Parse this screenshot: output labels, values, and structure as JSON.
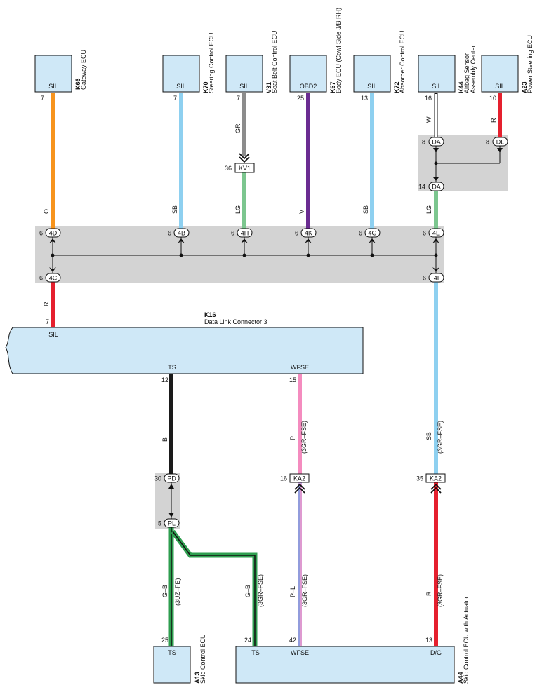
{
  "ecus": {
    "k66": {
      "code": "K66",
      "name": "Gateway ECU",
      "term": "SIL",
      "pin": "7"
    },
    "k70": {
      "code": "K70",
      "name": "Steering Control ECU",
      "term": "SIL",
      "pin": "7"
    },
    "v31": {
      "code": "V31",
      "name": "Seat Belt Control ECU",
      "term": "SIL",
      "pin": "7"
    },
    "k67": {
      "code": "K67",
      "name": "Body ECU (Cowl Side J/B RH)",
      "term": "OBD2",
      "pin": "25"
    },
    "k72": {
      "code": "K72",
      "name": "Absorber Control ECU",
      "term": "SIL",
      "pin": "13"
    },
    "k44": {
      "code": "K44",
      "name1": "Airbag Sensor",
      "name2": "Assembly Center",
      "term": "SIL",
      "pin": "16"
    },
    "a23": {
      "code": "A23",
      "name": "Power Steering ECU",
      "term": "SIL",
      "pin": "10"
    }
  },
  "wires": {
    "o": "O",
    "sb1": "SB",
    "gr": "GR",
    "lg1": "LG",
    "v": "V",
    "sb2": "SB",
    "w": "W",
    "r1": "R",
    "lg2": "LG",
    "r2": "R",
    "b": "B",
    "p": "P",
    "p_note": "(3GR–FSE)",
    "sb3": "SB",
    "sb3_note": "(3GR–FSE)",
    "gb1": "G–B",
    "gb1_note": "(3UZ–FE)",
    "gb2": "G–B",
    "gb2_note": "(3GR–FSE)",
    "pl": "P–L",
    "pl_note": "(3GR–FSE)",
    "r3": "R",
    "r3_note": "(3GR–FSE)"
  },
  "connectors": {
    "kv1": {
      "id": "KV1",
      "pin": "36"
    },
    "da_top": {
      "id": "DA",
      "pin": "8"
    },
    "dl": {
      "id": "DL",
      "pin": "8"
    },
    "da_bot": {
      "id": "DA",
      "pin": "14"
    },
    "j4d": {
      "id": "4D",
      "pin": "6"
    },
    "j4b": {
      "id": "4B",
      "pin": "6"
    },
    "j4h": {
      "id": "4H",
      "pin": "6"
    },
    "j4k": {
      "id": "4K",
      "pin": "6"
    },
    "j4g": {
      "id": "4G",
      "pin": "6"
    },
    "j4e": {
      "id": "4E",
      "pin": "6"
    },
    "j4c": {
      "id": "4C",
      "pin": "6"
    },
    "j4i": {
      "id": "4I",
      "pin": "6"
    },
    "pd": {
      "id": "PD",
      "pin": "30"
    },
    "pl": {
      "id": "PL",
      "pin": "5"
    },
    "ka2a": {
      "id": "KA2",
      "pin": "16"
    },
    "ka2b": {
      "id": "KA2",
      "pin": "35"
    }
  },
  "dlc": {
    "code": "K16",
    "name": "Data Link Connector 3",
    "sil_pin": "7",
    "sil_term": "SIL",
    "ts_term": "TS",
    "ts_pin": "12",
    "wfse_term": "WFSE",
    "wfse_pin": "15"
  },
  "a13": {
    "code": "A13",
    "name": "Skid Control ECU",
    "term": "TS",
    "pin": "25"
  },
  "a44": {
    "code": "A44",
    "name": "Skid Control ECU with Actuator",
    "ts_term": "TS",
    "ts_pin": "24",
    "wfse_term": "WFSE",
    "wfse_pin": "42",
    "dg_term": "D/G",
    "dg_pin": "13"
  },
  "colors": {
    "orange": "#f7941d",
    "sky_blue": "#8ed0f0",
    "gray": "#8c8c8c",
    "light_green": "#7cc68f",
    "violet": "#6a2c91",
    "red": "#e5202e",
    "black": "#1a1a1a",
    "pink": "#f48cbf",
    "green": "#2e9e4f",
    "box_fill": "#cfe8f7",
    "shade": "#d3d3d3"
  }
}
